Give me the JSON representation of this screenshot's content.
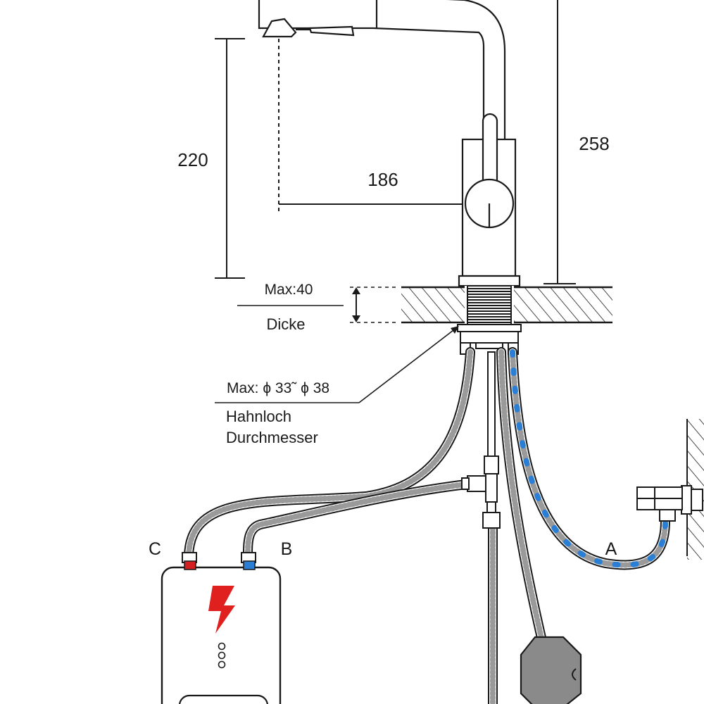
{
  "dimensions": {
    "spout_height": "220",
    "spout_reach": "186",
    "total_height": "258"
  },
  "countertop": {
    "max_thickness": "Max:40",
    "thickness_label": "Dicke"
  },
  "tap_hole": {
    "diameter": "Max: ϕ 33˜ ϕ 38",
    "label_line1": "Hahnloch",
    "label_line2": "Durchmesser"
  },
  "connections": {
    "a": "A",
    "b": "B",
    "c": "C"
  },
  "colors": {
    "line": "#1a1a1a",
    "hot": "#d42020",
    "cold": "#2a7fd4",
    "heater_symbol": "#e0201e",
    "weight_fill": "#8a8a8a"
  },
  "icons": {
    "heater_symbol": "lightning-bolt-icon"
  }
}
